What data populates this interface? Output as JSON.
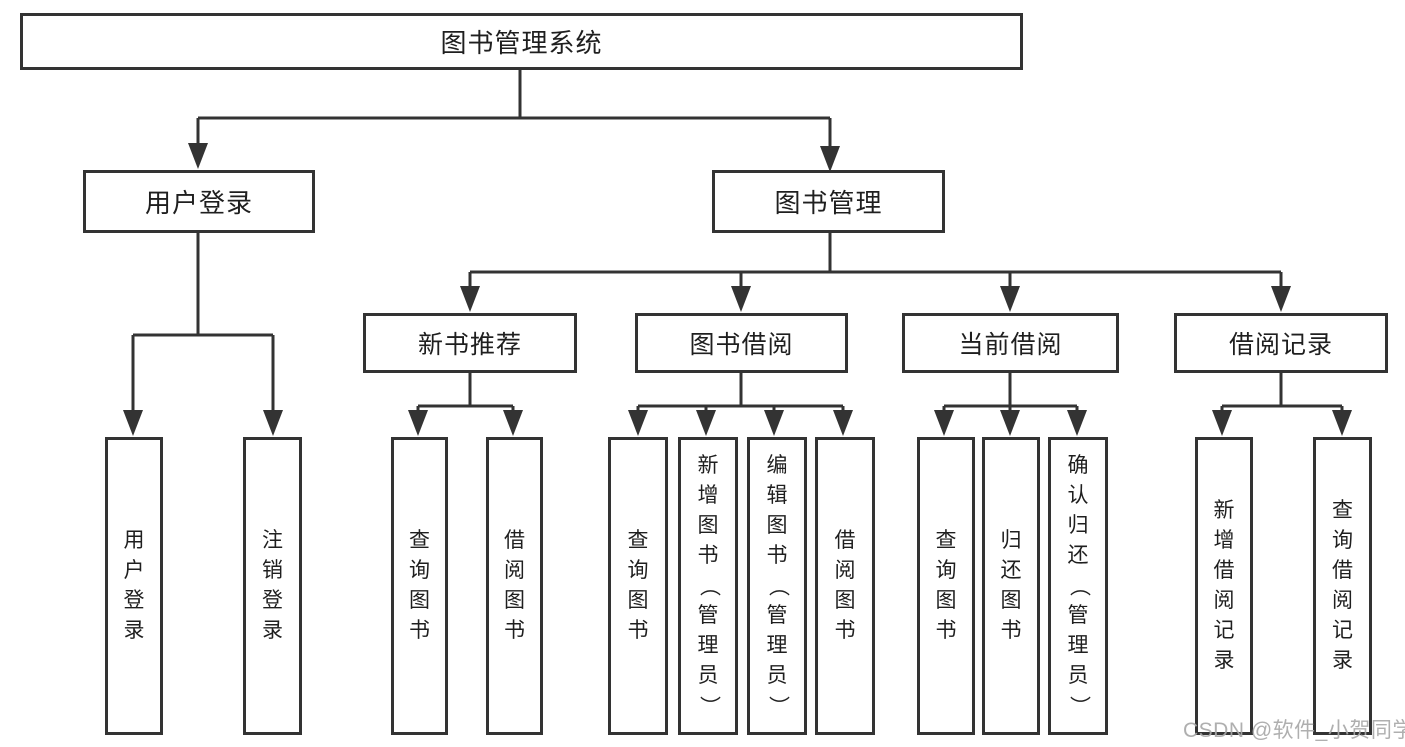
{
  "tree": {
    "root_label": "图书管理系统",
    "level2": [
      {
        "label": "用户登录"
      },
      {
        "label": "图书管理"
      }
    ],
    "level3": [
      {
        "label": "新书推荐"
      },
      {
        "label": "图书借阅"
      },
      {
        "label": "当前借阅"
      },
      {
        "label": "借阅记录"
      }
    ],
    "leaves": {
      "login": [
        "用户登录",
        "注销登录"
      ],
      "newbook": [
        "查询图书",
        "借阅图书"
      ],
      "borrow": [
        "查询图书",
        "新增图书（管理员）",
        "编辑图书（管理员）",
        "借阅图书"
      ],
      "current": [
        "查询图书",
        "归还图书",
        "确认归还（管理员）"
      ],
      "records": [
        "新增借阅记录",
        "查询借阅记录"
      ]
    }
  },
  "watermark": {
    "text": "CSDN @软件_小贺同学"
  },
  "colors": {
    "line": "#333333",
    "box_border": "#333333",
    "text": "#1f1f1f",
    "watermark": "#a8a8a8",
    "background": "#ffffff"
  }
}
